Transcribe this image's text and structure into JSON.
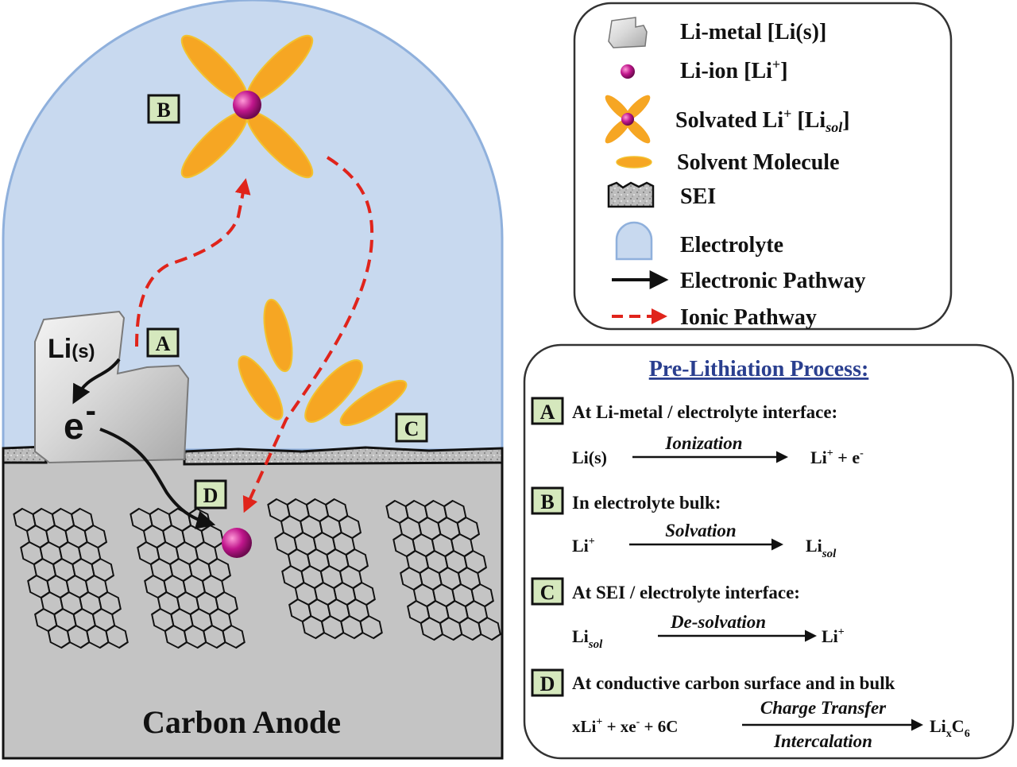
{
  "diagram": {
    "anode_label": "Carbon Anode",
    "li_solid_label": "Li",
    "li_solid_sub": "(s)",
    "electron_label": "e",
    "electron_sup": "-",
    "markers": {
      "A": "A",
      "B": "B",
      "C": "C",
      "D": "D"
    }
  },
  "legend": {
    "items": [
      {
        "icon": "li-metal-icon",
        "parts": [
          "Li-metal [Li(s)]"
        ]
      },
      {
        "icon": "li-ion-icon",
        "parts": [
          "Li-ion [Li",
          "+",
          "]"
        ]
      },
      {
        "icon": "solvated-li-icon",
        "parts": [
          "Solvated Li",
          "+",
          " [Li",
          "sol",
          "]"
        ]
      },
      {
        "icon": "solvent-molecule-icon",
        "parts": [
          "Solvent Molecule"
        ]
      },
      {
        "icon": "sei-icon",
        "parts": [
          "SEI"
        ]
      },
      {
        "icon": "electrolyte-icon",
        "parts": [
          "Electrolyte"
        ]
      },
      {
        "icon": "electronic-pathway-arrow-icon",
        "parts": [
          "Electronic Pathway"
        ]
      },
      {
        "icon": "ionic-pathway-arrow-icon",
        "parts": [
          "Ionic Pathway"
        ]
      }
    ]
  },
  "process": {
    "title": "Pre-Lithiation Process:",
    "steps": [
      {
        "marker": "A",
        "heading": "At Li-metal / electrolyte interface:",
        "lhs": "Li(s)",
        "arrow_top": "Ionization",
        "rhs": [
          "Li",
          "+",
          " +  e",
          "-"
        ]
      },
      {
        "marker": "B",
        "heading": "In electrolyte bulk:",
        "lhs": [
          "Li",
          "+"
        ],
        "arrow_top": "Solvation",
        "rhs": [
          "Li",
          "sol"
        ]
      },
      {
        "marker": "C",
        "heading": "At SEI / electrolyte interface:",
        "lhs": [
          "Li",
          "sol"
        ],
        "arrow_top": "De-solvation",
        "rhs": [
          "Li",
          "+"
        ]
      },
      {
        "marker": "D",
        "heading": "At conductive carbon surface and in bulk",
        "lhs": [
          "xLi",
          "+",
          " +  xe",
          "-",
          " +  6C"
        ],
        "arrow_top": "Charge Transfer",
        "arrow_bottom": "Intercalation",
        "rhs": [
          "Li",
          "x",
          "C",
          "6"
        ]
      }
    ]
  },
  "colors": {
    "electrolyte": "#c8d9ef",
    "anode": "#c4c4c4",
    "marker_fill": "#d5e8bd",
    "solvent": "#f6a623",
    "ion": "#c0168c",
    "ionic_path": "#e0241b",
    "title": "#2a3f8f"
  }
}
